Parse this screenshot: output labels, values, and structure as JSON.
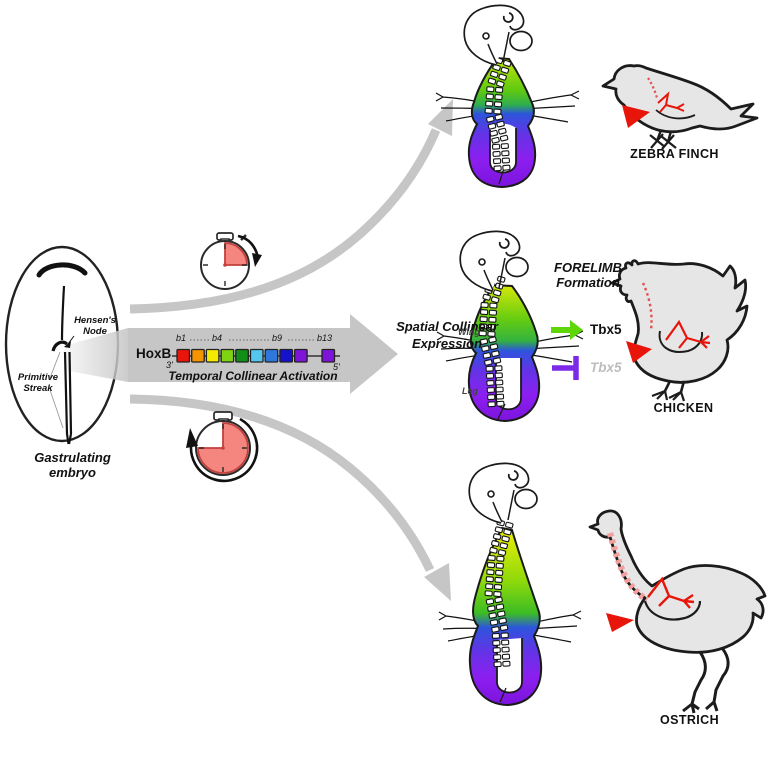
{
  "left": {
    "node_label": "Hensen's Node",
    "streak_label": "Primitive Streak",
    "caption": "Gastrulating embryo"
  },
  "hoxb": {
    "label": "HoxB",
    "three_prime": "3'",
    "five_prime": "5'",
    "markers": [
      "b1",
      "b4",
      "b9",
      "b13"
    ],
    "gene_colors": [
      "#e8150a",
      "#f59300",
      "#f2ea00",
      "#7ed411",
      "#0f8f17",
      "#55c6ee",
      "#2d77dd",
      "#1612cc",
      "#7d14d8",
      "#7d14d8"
    ],
    "caption": "Temporal Collinear Activation"
  },
  "center_caption": "Spatial Collinear Expression",
  "forelimb": {
    "title": "FORELIMB Formation",
    "tbx5_active": "Tbx5",
    "tbx5_repressed": "Tbx5",
    "wing": "Wing",
    "leg": "Leg"
  },
  "birds": [
    {
      "label": "ZEBRA FINCH"
    },
    {
      "label": "CHICKEN"
    },
    {
      "label": "OSTRICH"
    }
  ],
  "icons": {
    "timer_short": "stopwatch-quarter-icon",
    "timer_long": "stopwatch-three-quarter-icon"
  },
  "colors": {
    "activation_green": "#5fd608",
    "inhibition_purple": "#7d2ae8",
    "accent_red": "#e8150a",
    "arrow_gray": "#c6c6c6",
    "clock_fill": "#f4867f",
    "vertebrae_red": "#e35050",
    "vertebrae_pink": "#f2a09e",
    "silhouette_gray": "#e6e6e6"
  }
}
